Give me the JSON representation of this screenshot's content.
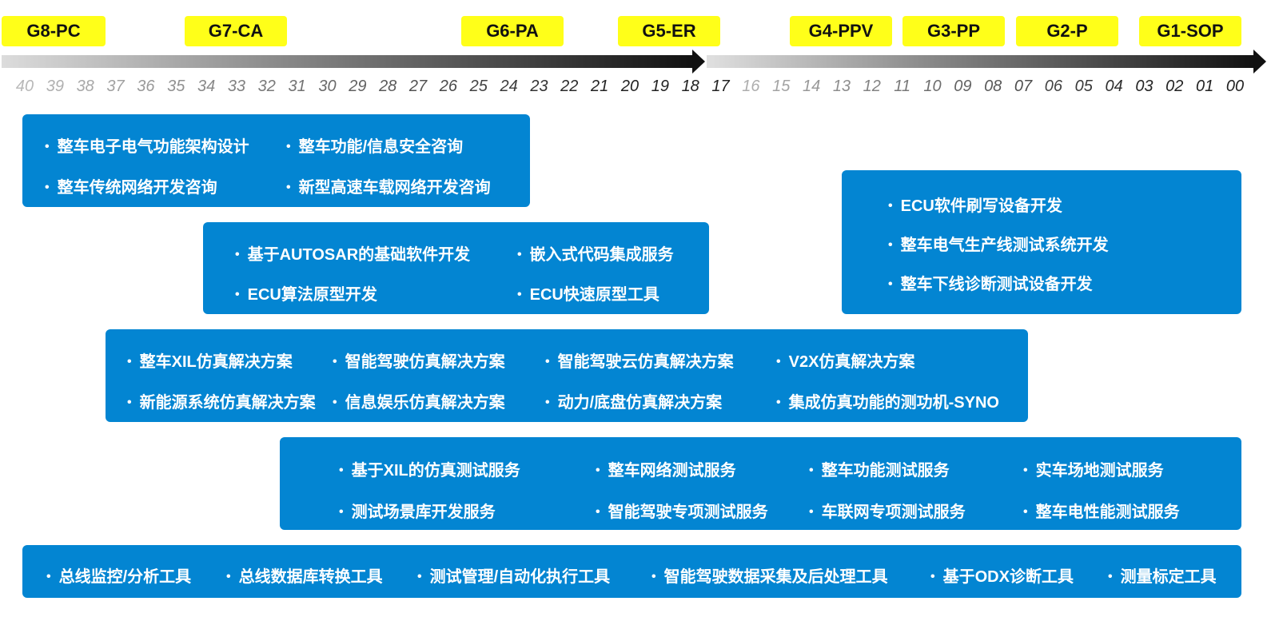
{
  "gates": [
    "G8-PC",
    "G7-CA",
    "G6-PA",
    "G5-ER",
    "G4-PPV",
    "G3-PP",
    "G2-P",
    "G1-SOP"
  ],
  "ticks": [
    "40",
    "39",
    "38",
    "37",
    "36",
    "35",
    "34",
    "33",
    "32",
    "31",
    "30",
    "29",
    "28",
    "27",
    "26",
    "25",
    "24",
    "23",
    "22",
    "21",
    "20",
    "19",
    "18",
    "17",
    "16",
    "15",
    "14",
    "13",
    "12",
    "11",
    "10",
    "09",
    "08",
    "07",
    "06",
    "05",
    "04",
    "03",
    "02",
    "01",
    "00"
  ],
  "colors": {
    "gate_fill": "#ffff19",
    "box_fill": "#0385d2",
    "arrow_dark": "#111111",
    "tick_light": "#b8b8b8",
    "tick_dark": "#222222"
  },
  "boxes": {
    "architecture": {
      "items": [
        "整车电子电气功能架构设计",
        "整车功能/信息安全咨询",
        "整车传统网络开发咨询",
        "新型高速车载网络开发咨询"
      ]
    },
    "software": {
      "items": [
        "基于AUTOSAR的基础软件开发",
        "嵌入式代码集成服务",
        "ECU算法原型开发",
        "ECU快速原型工具"
      ]
    },
    "production": {
      "items": [
        "ECU软件刷写设备开发",
        "整车电气生产线测试系统开发",
        "整车下线诊断测试设备开发"
      ]
    },
    "simulation": {
      "items": [
        "整车XIL仿真解决方案",
        "智能驾驶仿真解决方案",
        "智能驾驶云仿真解决方案",
        "V2X仿真解决方案",
        "新能源系统仿真解决方案",
        "信息娱乐仿真解决方案",
        "动力/底盘仿真解决方案",
        "集成仿真功能的测功机-SYNO"
      ]
    },
    "testing": {
      "items": [
        "基于XIL的仿真测试服务",
        "整车网络测试服务",
        "整车功能测试服务",
        "实车场地测试服务",
        "测试场景库开发服务",
        "智能驾驶专项测试服务",
        "车联网专项测试服务",
        "整车电性能测试服务"
      ]
    },
    "tools": {
      "items": [
        "总线监控/分析工具",
        "总线数据库转换工具",
        "测试管理/自动化执行工具",
        "智能驾驶数据采集及后处理工具",
        "基于ODX诊断工具",
        "测量标定工具"
      ]
    }
  }
}
